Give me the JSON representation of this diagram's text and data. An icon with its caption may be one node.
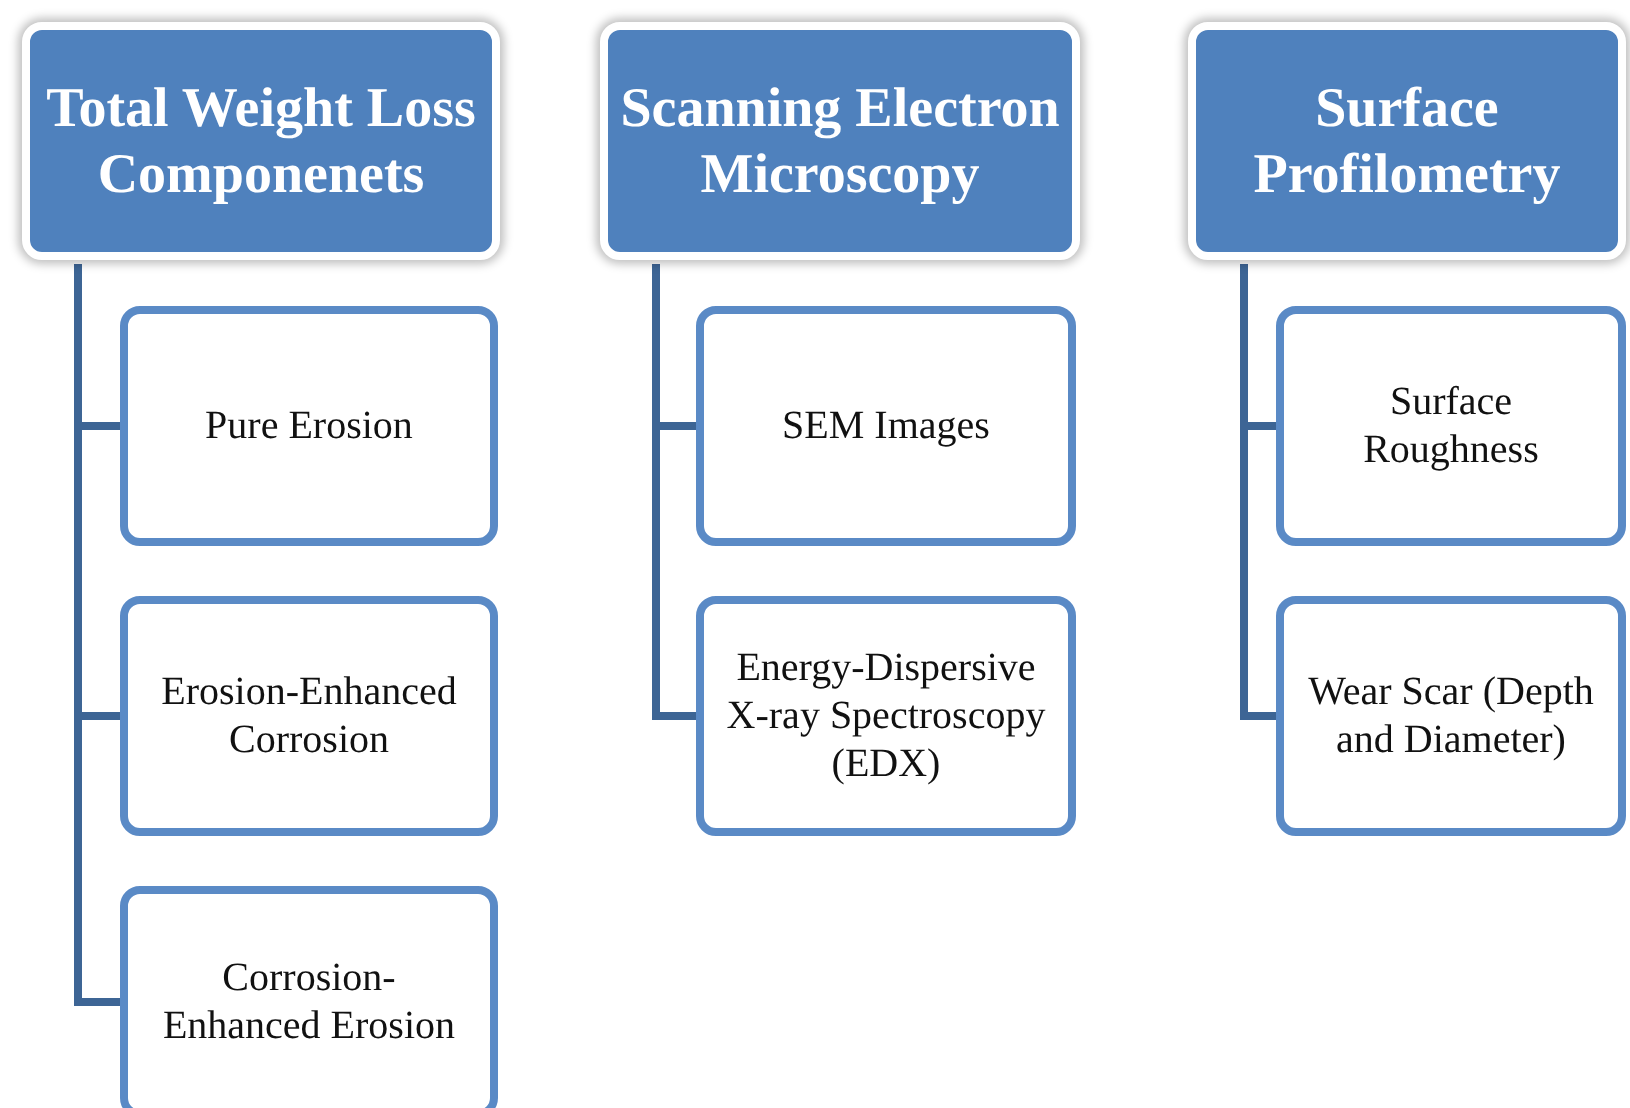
{
  "diagram": {
    "nodes": [
      {
        "text": [
          "Total Weight Loss Componenets"
        ]
      },
      {
        "text": [
          "Pure Erosion"
        ]
      },
      {
        "text": [
          "Erosion-Enhanced Corrosion"
        ]
      },
      {
        "text": [
          "Corrosion-Enhanced Erosion"
        ]
      },
      {
        "text": [
          "Scanning Electron Microscopy"
        ]
      },
      {
        "text": [
          "SEM Images"
        ]
      },
      {
        "text": [
          "Energy-Dispersive X-ray Spectroscopy (EDX)"
        ]
      },
      {
        "text": [
          "Surface Profilometry"
        ]
      },
      {
        "text": [
          "Surface Roughness"
        ]
      },
      {
        "text": [
          "Wear Scar (Depth and Diameter)"
        ]
      }
    ],
    "edges": [
      {
        "from": 0,
        "to": 1,
        "arrow": "none"
      },
      {
        "from": 0,
        "to": 2,
        "arrow": "none"
      },
      {
        "from": 0,
        "to": 3,
        "arrow": "none"
      },
      {
        "from": 4,
        "to": 5,
        "arrow": "none"
      },
      {
        "from": 4,
        "to": 6,
        "arrow": "none"
      },
      {
        "from": 7,
        "to": 8,
        "arrow": "none"
      },
      {
        "from": 7,
        "to": 9,
        "arrow": "none"
      }
    ]
  }
}
